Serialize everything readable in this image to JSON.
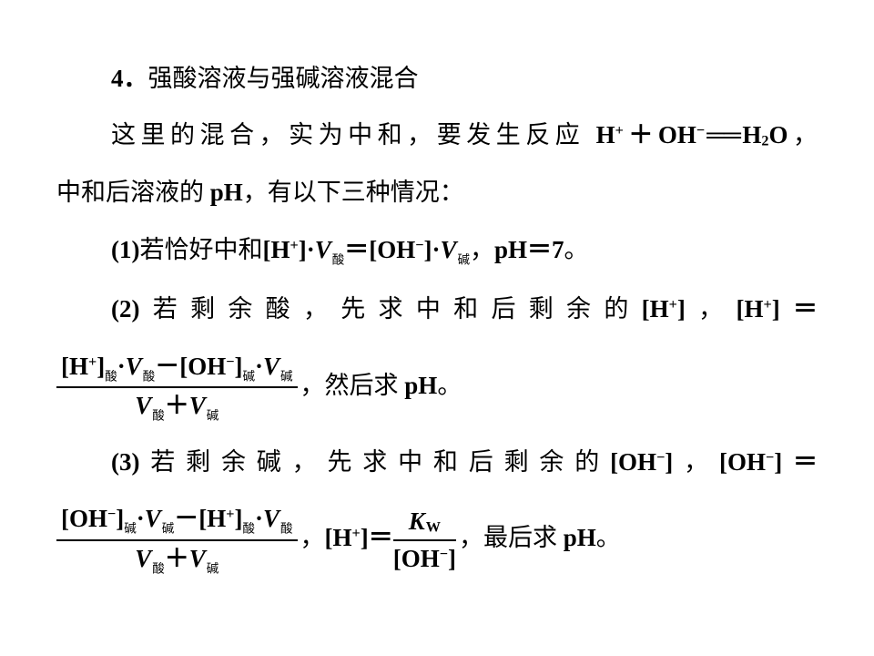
{
  "page": {
    "background": "#ffffff",
    "text_color": "#000000"
  },
  "content": {
    "lines": [
      {
        "name": "heading-line",
        "indent": true,
        "runs": [
          {
            "t": "4．",
            "s": "b"
          },
          {
            "t": "强酸溶液与强碱溶液混合",
            "s": "n"
          }
        ]
      },
      {
        "name": "intro-line-1",
        "indent": true,
        "justify": true,
        "runs": [
          {
            "t": "这里的混合，实为中和，要发生反应 ",
            "s": "n"
          },
          {
            "t": "H",
            "s": "b"
          },
          {
            "t": "+",
            "s": "sup"
          },
          {
            "t": "＋",
            "s": "b"
          },
          {
            "t": "OH",
            "s": "b"
          },
          {
            "t": "−",
            "s": "sup"
          },
          {
            "t": "══",
            "s": "rxeq"
          },
          {
            "t": "H",
            "s": "b"
          },
          {
            "t": "2",
            "s": "sub"
          },
          {
            "t": "O",
            "s": "b"
          },
          {
            "t": "，",
            "s": "n"
          }
        ]
      },
      {
        "name": "intro-line-2",
        "runs": [
          {
            "t": "中和后溶液的 ",
            "s": "n"
          },
          {
            "t": "pH",
            "s": "b"
          },
          {
            "t": "，有以下三种情况：",
            "s": "n"
          }
        ]
      },
      {
        "name": "case-1-line",
        "indent": true,
        "runs": [
          {
            "t": "(1)",
            "s": "b"
          },
          {
            "t": "若恰好中和",
            "s": "n"
          },
          {
            "t": "[H",
            "s": "b"
          },
          {
            "t": "+",
            "s": "sup"
          },
          {
            "t": "]·",
            "s": "b"
          },
          {
            "t": "V",
            "s": "bi"
          },
          {
            "t": "酸",
            "s": "cnsub"
          },
          {
            "t": "＝",
            "s": "b"
          },
          {
            "t": "[OH",
            "s": "b"
          },
          {
            "t": "−",
            "s": "sup"
          },
          {
            "t": "]·",
            "s": "b"
          },
          {
            "t": "V",
            "s": "bi"
          },
          {
            "t": "碱",
            "s": "cnsub"
          },
          {
            "t": "，",
            "s": "n"
          },
          {
            "t": "pH＝7",
            "s": "b"
          },
          {
            "t": "。",
            "s": "n"
          }
        ]
      },
      {
        "name": "case-2-intro-line",
        "indent": true,
        "justify": true,
        "runs": [
          {
            "t": "(2)",
            "s": "b"
          },
          {
            "t": "若剩余酸，先求中和后剩余的",
            "s": "n"
          },
          {
            "t": "[H",
            "s": "b"
          },
          {
            "t": "+",
            "s": "sup"
          },
          {
            "t": "]",
            "s": "b"
          },
          {
            "t": "，",
            "s": "n"
          },
          {
            "t": "[H",
            "s": "b"
          },
          {
            "t": "+",
            "s": "sup"
          },
          {
            "t": "]",
            "s": "b"
          },
          {
            "t": "＝",
            "s": "b"
          }
        ]
      },
      {
        "name": "case-2-formula-line",
        "frac_line": true,
        "runs": [
          {
            "frac": {
              "num": [
                {
                  "t": "[H",
                  "s": "b"
                },
                {
                  "t": "+",
                  "s": "sup"
                },
                {
                  "t": "]",
                  "s": "b"
                },
                {
                  "t": "酸",
                  "s": "cnsub"
                },
                {
                  "t": "·",
                  "s": "b"
                },
                {
                  "t": "V",
                  "s": "bi"
                },
                {
                  "t": "酸",
                  "s": "cnsub"
                },
                {
                  "t": "－",
                  "s": "b"
                },
                {
                  "t": "[OH",
                  "s": "b"
                },
                {
                  "t": "−",
                  "s": "sup"
                },
                {
                  "t": "]",
                  "s": "b"
                },
                {
                  "t": "碱",
                  "s": "cnsub"
                },
                {
                  "t": "·",
                  "s": "b"
                },
                {
                  "t": "V",
                  "s": "bi"
                },
                {
                  "t": "碱",
                  "s": "cnsub"
                }
              ],
              "den": [
                {
                  "t": "V",
                  "s": "bi"
                },
                {
                  "t": "酸",
                  "s": "cnsub"
                },
                {
                  "t": "＋",
                  "s": "b"
                },
                {
                  "t": "V",
                  "s": "bi"
                },
                {
                  "t": "碱",
                  "s": "cnsub"
                }
              ]
            }
          },
          {
            "t": "，然后求 ",
            "s": "n"
          },
          {
            "t": "pH",
            "s": "b"
          },
          {
            "t": "。",
            "s": "n"
          }
        ]
      },
      {
        "name": "case-3-intro-line",
        "indent": true,
        "justify": true,
        "runs": [
          {
            "t": "(3)",
            "s": "b"
          },
          {
            "t": "若剩余碱，先求中和后剩余的",
            "s": "n"
          },
          {
            "t": "[OH",
            "s": "b"
          },
          {
            "t": "−",
            "s": "sup"
          },
          {
            "t": "]",
            "s": "b"
          },
          {
            "t": "，",
            "s": "n"
          },
          {
            "t": "[OH",
            "s": "b"
          },
          {
            "t": "−",
            "s": "sup"
          },
          {
            "t": "]",
            "s": "b"
          },
          {
            "t": "＝",
            "s": "b"
          }
        ]
      },
      {
        "name": "case-3-formula-line",
        "frac_line": true,
        "runs": [
          {
            "frac": {
              "num": [
                {
                  "t": "[OH",
                  "s": "b"
                },
                {
                  "t": "−",
                  "s": "sup"
                },
                {
                  "t": "]",
                  "s": "b"
                },
                {
                  "t": "碱",
                  "s": "cnsub"
                },
                {
                  "t": "·",
                  "s": "b"
                },
                {
                  "t": "V",
                  "s": "bi"
                },
                {
                  "t": "碱",
                  "s": "cnsub"
                },
                {
                  "t": "－",
                  "s": "b"
                },
                {
                  "t": "[H",
                  "s": "b"
                },
                {
                  "t": "+",
                  "s": "sup"
                },
                {
                  "t": "]",
                  "s": "b"
                },
                {
                  "t": "酸",
                  "s": "cnsub"
                },
                {
                  "t": "·",
                  "s": "b"
                },
                {
                  "t": "V",
                  "s": "bi"
                },
                {
                  "t": "酸",
                  "s": "cnsub"
                }
              ],
              "den": [
                {
                  "t": "V",
                  "s": "bi"
                },
                {
                  "t": "酸",
                  "s": "cnsub"
                },
                {
                  "t": "＋",
                  "s": "b"
                },
                {
                  "t": "V",
                  "s": "bi"
                },
                {
                  "t": "碱",
                  "s": "cnsub"
                }
              ]
            }
          },
          {
            "t": "，",
            "s": "n"
          },
          {
            "t": "[H",
            "s": "b"
          },
          {
            "t": "+",
            "s": "sup"
          },
          {
            "t": "]＝",
            "s": "b"
          },
          {
            "frac": {
              "num": [
                {
                  "t": "K",
                  "s": "bi"
                },
                {
                  "t": "W",
                  "s": "sub"
                }
              ],
              "den": [
                {
                  "t": "[OH",
                  "s": "b"
                },
                {
                  "t": "−",
                  "s": "sup"
                },
                {
                  "t": "]",
                  "s": "b"
                }
              ]
            }
          },
          {
            "t": "，最后求 ",
            "s": "n"
          },
          {
            "t": "pH",
            "s": "b"
          },
          {
            "t": "。",
            "s": "n"
          }
        ]
      }
    ]
  }
}
